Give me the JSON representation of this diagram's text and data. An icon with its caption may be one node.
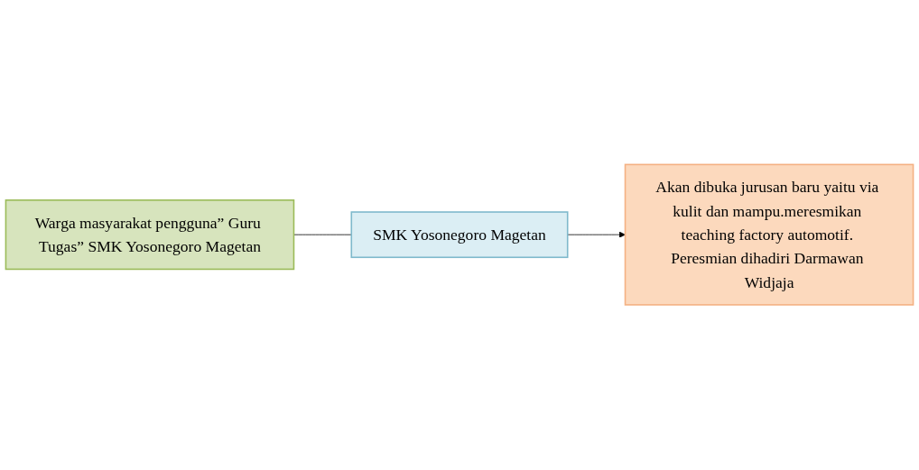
{
  "diagram": {
    "nodes": [
      {
        "text": [
          "Warga masyarakat pengguna” Guru Tugas” SMK Yosonegoro Magetan"
        ]
      },
      {
        "text": [
          "SMK Yosonegoro Magetan"
        ]
      },
      {
        "text": [
          "Akan dibuka jurusan baru yaitu via kulit dan mampu.meresmikan teaching factory automotif. Peresmian dihadiri Darmawan Widjaja"
        ]
      }
    ],
    "edges": [
      {
        "from": 0,
        "to": 1,
        "arrow": "none"
      },
      {
        "from": 1,
        "to": 2,
        "arrow": "to"
      }
    ]
  }
}
